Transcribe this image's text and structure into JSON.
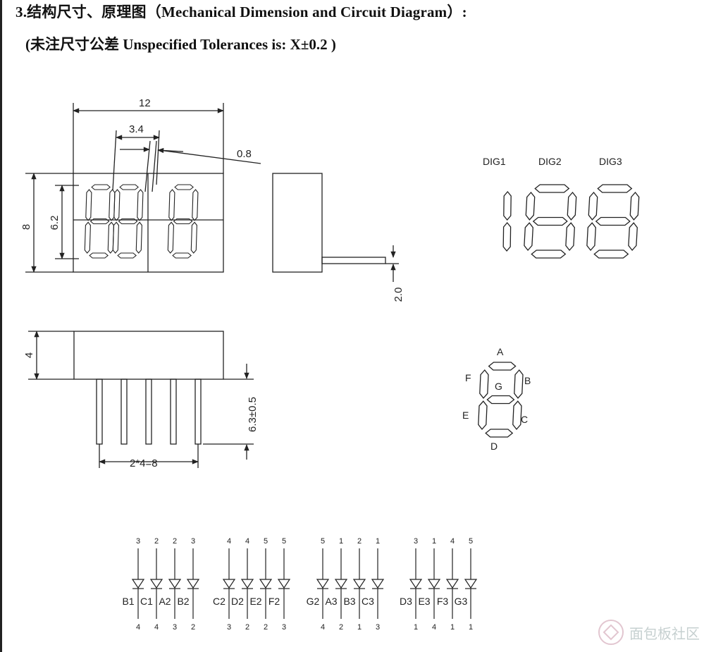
{
  "title": "3.结构尺寸、原理图（Mechanical Dimension and Circuit Diagram）:",
  "subtitle": "(未注尺寸公差  Unspecified Tolerances is: X±0.2    )",
  "dimensions": {
    "width": "12",
    "pitch": "3.4",
    "seg_width": "0.8",
    "height": "8",
    "digit_height": "6.2",
    "pin_offset": "2.0",
    "depth": "4",
    "pin_length": "6.3±0.5",
    "pin_span": "2*4=8"
  },
  "digit_labels": [
    "DIG1",
    "DIG2",
    "DIG3"
  ],
  "segment_labels": {
    "A": "A",
    "B": "B",
    "C": "C",
    "D": "D",
    "E": "E",
    "F": "F",
    "G": "G"
  },
  "circuit_groups": [
    {
      "top": [
        "3",
        "2",
        "2",
        "3"
      ],
      "names": [
        "B1",
        "C1",
        "A2",
        "B2"
      ],
      "bottom": [
        "4",
        "4",
        "3",
        "2"
      ]
    },
    {
      "top": [
        "4",
        "4",
        "5",
        "5"
      ],
      "names": [
        "C2",
        "D2",
        "E2",
        "F2"
      ],
      "bottom": [
        "3",
        "2",
        "2",
        "3"
      ]
    },
    {
      "top": [
        "5",
        "1",
        "2",
        "1"
      ],
      "names": [
        "G2",
        "A3",
        "B3",
        "C3"
      ],
      "bottom": [
        "4",
        "2",
        "1",
        "3"
      ]
    },
    {
      "top": [
        "3",
        "1",
        "4",
        "5"
      ],
      "names": [
        "D3",
        "E3",
        "F3",
        "G3"
      ],
      "bottom": [
        "1",
        "4",
        "1",
        "1"
      ]
    }
  ],
  "watermark": "面包板社区"
}
